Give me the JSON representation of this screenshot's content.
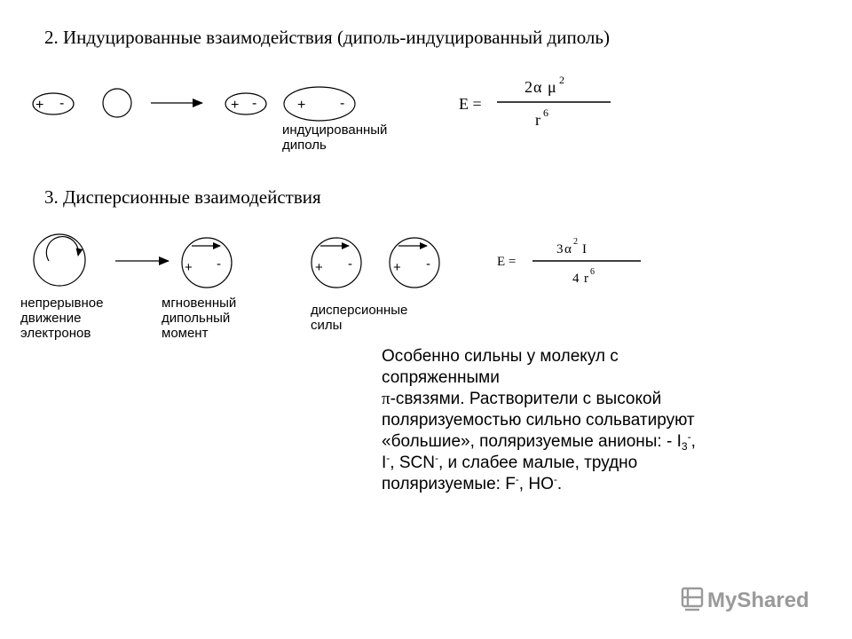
{
  "section2": {
    "title": "2. Индуцированные взаимодействия (диполь-индуцированный диполь)",
    "dipole1": {
      "plus": "+",
      "minus": "-"
    },
    "dipole2": {
      "plus": "+",
      "minus": "-"
    },
    "dipole3": {
      "plus": "+",
      "minus": "-"
    },
    "caption_line1": "индуцированный",
    "caption_line2": "диполь",
    "formula": {
      "lhs": "E =",
      "num_coef": "2",
      "num_alpha": "α",
      "num_mu": "μ",
      "num_exp": "2",
      "den_r": "r",
      "den_exp": "6"
    }
  },
  "section3": {
    "title": "3. Дисперсионные взаимодействия",
    "caption1": [
      "непрерывное",
      "движение",
      "электронов"
    ],
    "caption2": [
      "мгновенный",
      "дипольный",
      "момент"
    ],
    "caption3": [
      "дисперсионные",
      "силы"
    ],
    "dipole1": {
      "plus": "+",
      "minus": "-"
    },
    "dipole2": {
      "plus": "+",
      "minus": "-"
    },
    "dipole3": {
      "plus": "+",
      "minus": "-"
    },
    "formula": {
      "lhs": "E =",
      "num_coef": "3",
      "num_alpha": "α",
      "num_exp": "2",
      "num_I": "I",
      "den_coef": "4",
      "den_r": "r",
      "den_exp": "6"
    }
  },
  "note": {
    "line1": "Особенно сильны у молекул с",
    "line2": "сопряженными",
    "pi": "π",
    "line3": "-связями. Растворители с высокой",
    "line4": "поляризуемостью сильно сольватируют",
    "line5a": "«большие», поляризуемые анионы: - I",
    "i3_sub": "3",
    "i3_sup": "-",
    "line5b": ",",
    "line6a": "I",
    "i_sup": "-",
    "line6b": ", SCN",
    "scn_sup": "-",
    "line6c": ", и слабее малые, трудно",
    "line7a": "поляризуемые: F",
    "f_sup": "-",
    "line7b": ", HO",
    "ho_sup": "-",
    "line7c": "."
  },
  "watermark": {
    "text": "MyShared"
  }
}
